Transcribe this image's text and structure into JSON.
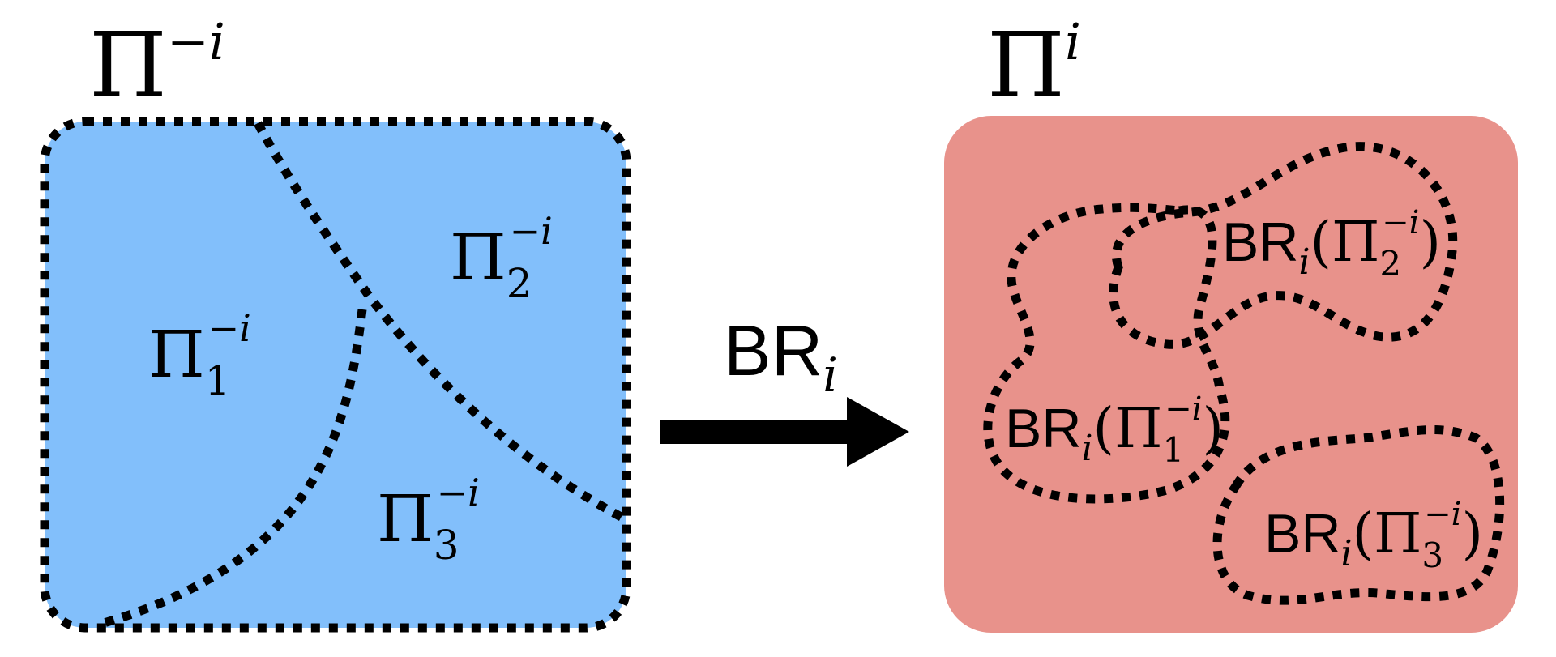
{
  "left_set": {
    "title": {
      "base": "Π",
      "sup": "−i"
    },
    "fill": "#82bffb",
    "regions": [
      {
        "base": "Π",
        "sub": "1",
        "sup": "−i"
      },
      {
        "base": "Π",
        "sub": "2",
        "sup": "−i"
      },
      {
        "base": "Π",
        "sub": "3",
        "sup": "−i"
      }
    ]
  },
  "mapping": {
    "base": "BR",
    "sub": "i"
  },
  "right_set": {
    "title": {
      "base": "Π",
      "sup": "i"
    },
    "fill": "#e8928b",
    "images": [
      {
        "op": "BR",
        "op_sub": "i",
        "open": "(",
        "base": "Π",
        "sub": "1",
        "sup": "−i",
        "close": ")"
      },
      {
        "op": "BR",
        "op_sub": "i",
        "open": "(",
        "base": "Π",
        "sub": "2",
        "sup": "−i",
        "close": ")"
      },
      {
        "op": "BR",
        "op_sub": "i",
        "open": "(",
        "base": "Π",
        "sub": "3",
        "sup": "−i",
        "close": ")"
      }
    ]
  }
}
